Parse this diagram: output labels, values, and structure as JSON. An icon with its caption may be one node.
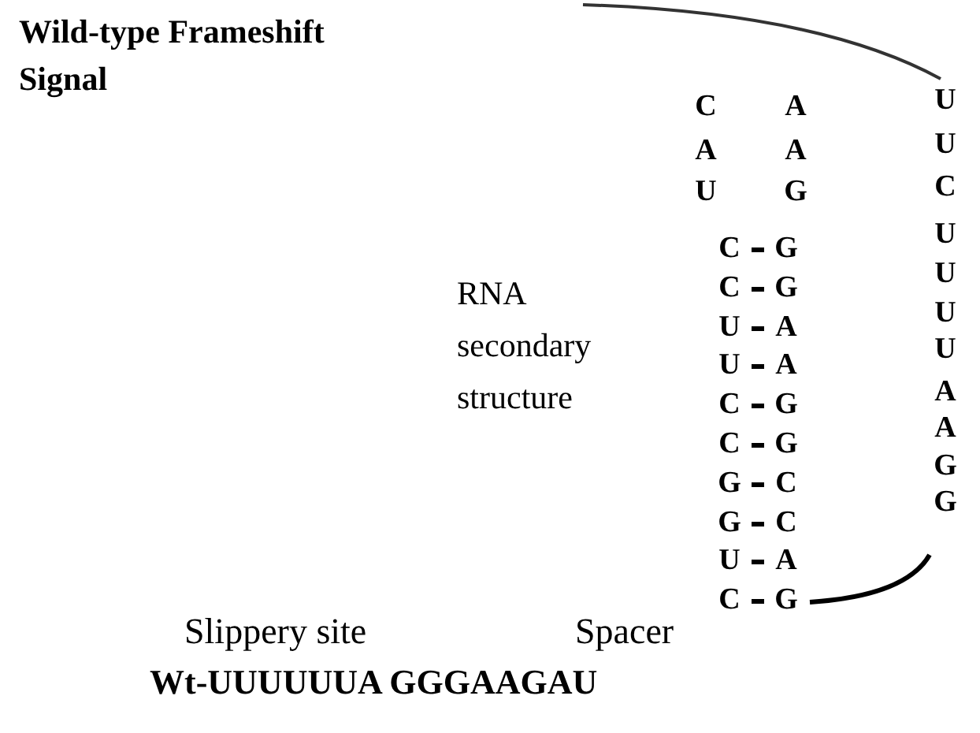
{
  "diagram": {
    "title": "Wild-type Frameshift Signal",
    "labels": [
      "C",
      "A",
      "U",
      "A",
      "A",
      "U",
      "U",
      "G",
      "C",
      "C",
      "G",
      "U",
      "C",
      "G",
      "U",
      "U",
      "A",
      "U",
      "U",
      "A",
      "U",
      "C",
      "G",
      "A",
      "C",
      "G",
      "A",
      "G",
      "C",
      "G",
      "G",
      "C",
      "G",
      "U",
      "A",
      "C",
      "G",
      "RNA secondary structure",
      "Slippery site",
      "Spacer",
      "Wt-UUUUUUA GGGAAGAU"
    ]
  }
}
